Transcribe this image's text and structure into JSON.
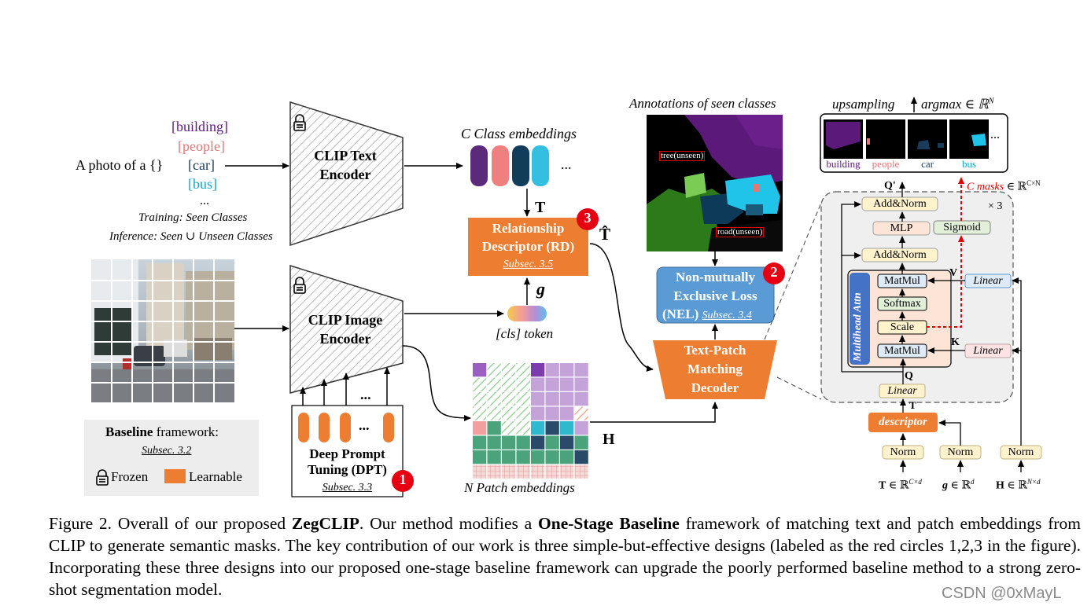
{
  "text_encoder": {
    "prompt": "A photo of a {}",
    "classes": [
      {
        "label": "[building]",
        "color": "#5b1a7a"
      },
      {
        "label": "[people]",
        "color": "#e07878"
      },
      {
        "label": "[car]",
        "color": "#1a3c5a"
      },
      {
        "label": "[bus]",
        "color": "#16a5c7"
      },
      {
        "label": "...",
        "color": "#000000"
      }
    ],
    "training_note": "Training: Seen Classes",
    "inference_note": "Inference: Seen ∪ Unseen Classes",
    "title_line1": "CLIP Text",
    "title_line2": "Encoder"
  },
  "image_encoder": {
    "title_line1": "CLIP Image",
    "title_line2": "Encoder"
  },
  "class_embeddings": {
    "label": "C Class embeddings",
    "ellipsis": "...",
    "colors": [
      "#5b2a7a",
      "#f08080",
      "#123d5a",
      "#33c0e0"
    ]
  },
  "rd": {
    "line1": "Relationship",
    "line2": "Descriptor (RD)",
    "subsec": "Subsec. 3.5",
    "badge": "3",
    "input_T": "T",
    "output_T": "T̂",
    "input_g": "g"
  },
  "cls_token": {
    "label": "[cls] token"
  },
  "dpt": {
    "line1": "Deep Prompt",
    "line2": "Tuning (DPT)",
    "subsec": "Subsec. 3.3",
    "badge": "1",
    "ellipsis": "..."
  },
  "patch": {
    "label": "N Patch embeddings",
    "H": "H"
  },
  "legend": {
    "title_bold": "Baseline",
    "title_rest": " framework:",
    "subsec": "Subsec. 3.2",
    "frozen": "Frozen",
    "learnable": "Learnable"
  },
  "annotations": {
    "title": "Annotations of seen classes",
    "tree": "tree(unseen)",
    "road": "road(unseen)"
  },
  "nel": {
    "line1": "Non-mutually",
    "line2": "Exclusive Loss",
    "line3": "(NEL)",
    "subsec": "Subsec. 3.4",
    "badge": "2"
  },
  "decoder": {
    "line1": "Text-Patch",
    "line2": "Matching",
    "line3": "Decoder"
  },
  "output_strip": {
    "upsampling": "upsampling",
    "argmax": "argmax ∈ ℝ",
    "argmax_sup": "N",
    "labels": [
      {
        "text": "building",
        "color": "#5b1a7a"
      },
      {
        "text": "people",
        "color": "#e07878"
      },
      {
        "text": "car",
        "color": "#1a3c5a"
      },
      {
        "text": "bus",
        "color": "#16a5c7"
      }
    ],
    "ellipsis": "..."
  },
  "detail": {
    "qprime": "Q'",
    "c_masks": "C masks",
    "c_masks_rest": "∈ ℝ",
    "c_masks_sup": "C×N",
    "times3": "× 3",
    "add_norm": "Add&Norm",
    "mlp": "MLP",
    "sigmoid": "Sigmoid",
    "matmul": "MatMul",
    "softmax": "Softmax",
    "scale": "Scale",
    "mha": "Multihead Attn",
    "linear": "Linear",
    "V": "V",
    "K": "K",
    "Q": "Q",
    "T": "T",
    "descriptor": "descriptor",
    "norm": "Norm",
    "inputs": [
      {
        "bold": "T",
        "rest": " ∈ ℝ",
        "sup": "C×d"
      },
      {
        "bold": "g",
        "rest": " ∈ ℝ",
        "sup": "d"
      },
      {
        "bold": "H",
        "rest": " ∈ ℝ",
        "sup": "N×d"
      }
    ]
  },
  "caption": {
    "prefix": "Figure 2.  Overall of our proposed ",
    "name": "ZegCLIP",
    "mid": ". Our method modifies a ",
    "baseline": "One-Stage Baseline",
    "rest": " framework of matching text and patch embeddings from CLIP to generate semantic masks.  The key contribution of our work is three simple-but-effective designs (labeled as the red circles 1,2,3 in the figure). Incorporating these three designs into our proposed one-stage baseline framework can upgrade the poorly performed baseline method to a strong zero-shot segmentation model."
  },
  "watermark": "CSDN @0xMayL"
}
